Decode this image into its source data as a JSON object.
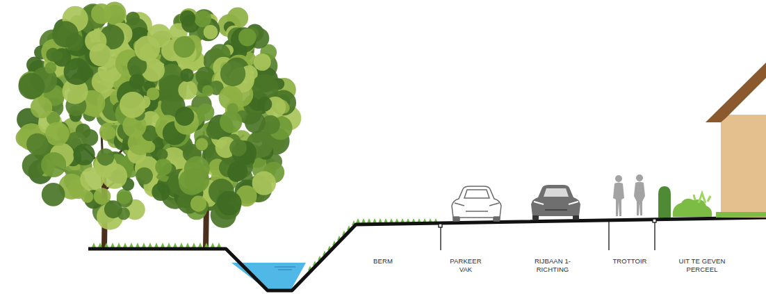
{
  "diagram": {
    "labels": [
      "BERM",
      "PARKEER VAK",
      "RIJBAAN 1-RICHTING",
      "TROTTOIR",
      "UIT TE GEVEN PERCEEL"
    ]
  }
}
